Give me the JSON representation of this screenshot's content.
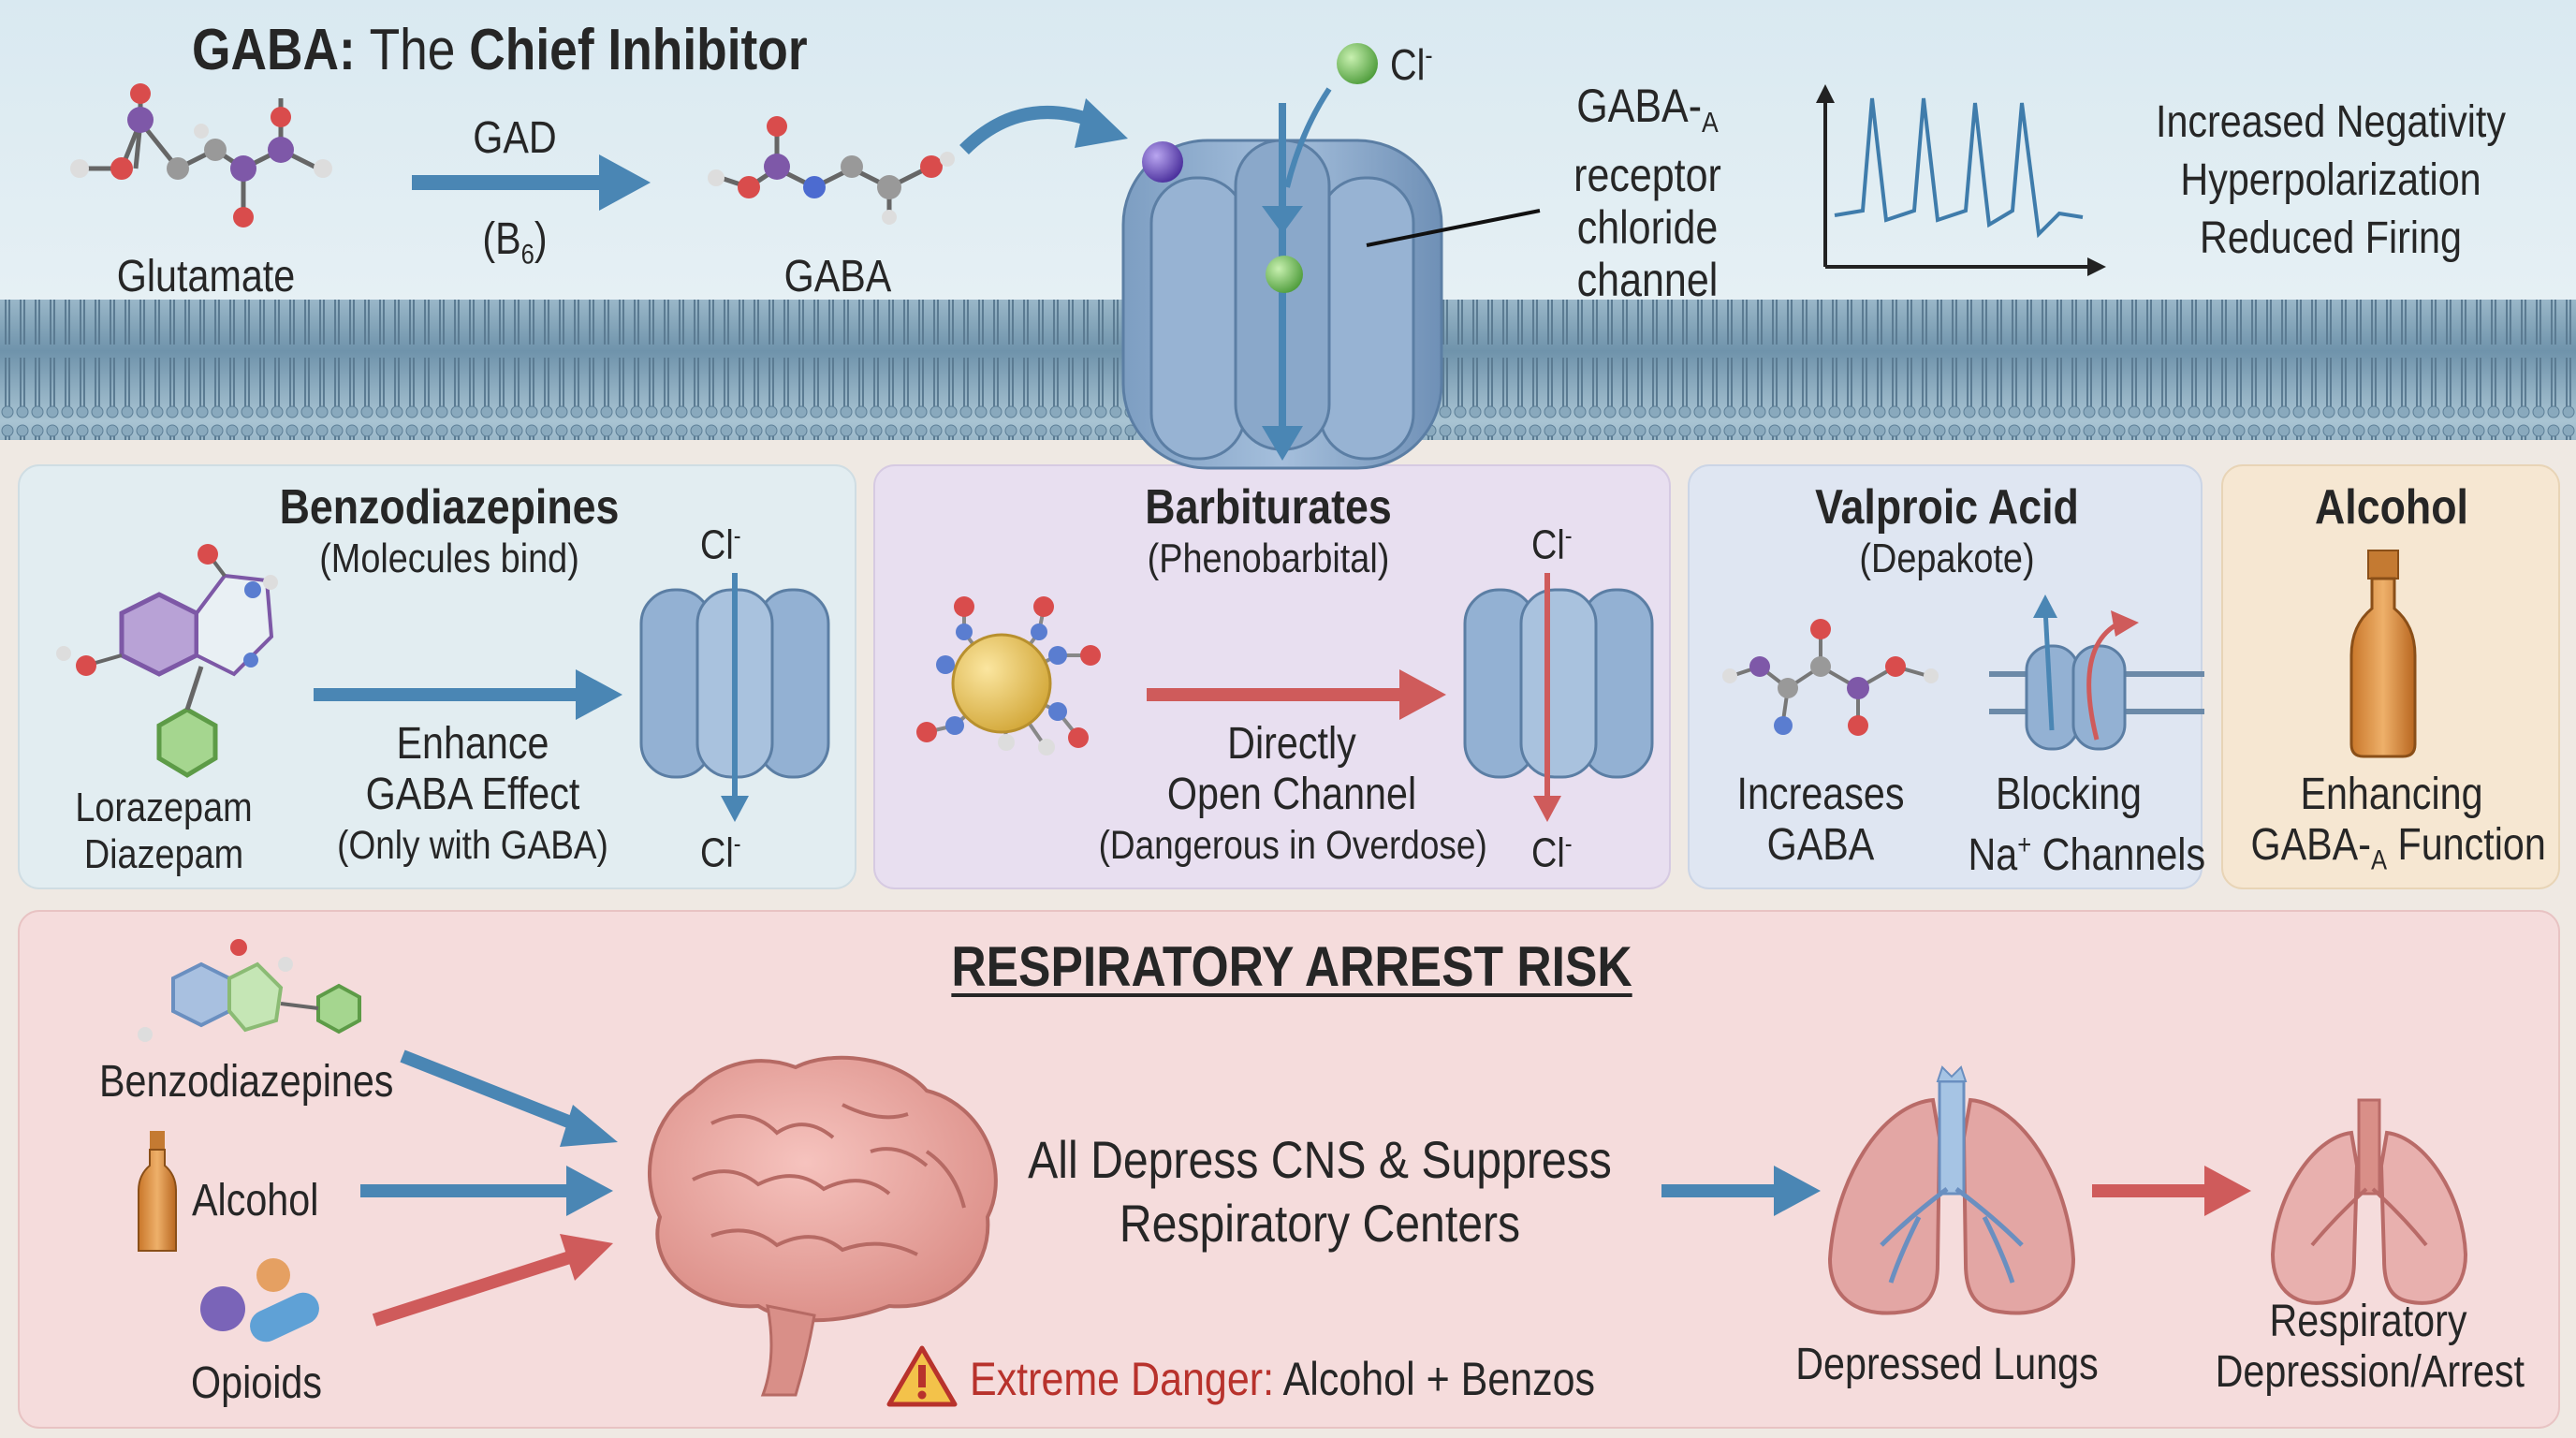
{
  "header": {
    "title_gaba": "GABA:",
    "title_the": "The",
    "title_rest": "Chief Inhibitor"
  },
  "synthesis": {
    "precursor": "Glutamate",
    "enzyme": "GAD",
    "cofactor_open": "(B",
    "cofactor_sub": "6",
    "cofactor_close": ")",
    "product": "GABA"
  },
  "receptor": {
    "ion": "Cl",
    "ion_charge": "-",
    "label_line1_main": "GABA-",
    "label_line1_sub": "A",
    "label_line2": "receptor",
    "label_line3": "chloride",
    "label_line4": "channel"
  },
  "effects": [
    "Increased Negativity",
    "Hyperpolarization",
    "Reduced Firing"
  ],
  "panels": {
    "benzo": {
      "title": "Benzodiazepines",
      "subtitle": "(Molecules bind)",
      "drug1": "Lorazepam",
      "drug2": "Diazepam",
      "effect1": "Enhance",
      "effect2": "GABA Effect",
      "effect3": "(Only with GABA)",
      "ion_top": "Cl",
      "ion_bottom": "Cl",
      "charge": "-"
    },
    "barb": {
      "title": "Barbiturates",
      "subtitle": "(Phenobarbital)",
      "effect1": "Directly",
      "effect2": "Open Channel",
      "effect3": "(Dangerous in Overdose)",
      "ion_top": "Cl",
      "ion_bottom": "Cl",
      "charge": "-"
    },
    "valproic": {
      "title": "Valproic Acid",
      "subtitle": "(Depakote)",
      "effect_a1": "Increases",
      "effect_a2": "GABA",
      "effect_b1": "Blocking",
      "effect_b2_ion": "Na",
      "effect_b2_charge": "+",
      "effect_b2_rest": " Channels"
    },
    "alcohol": {
      "title": "Alcohol",
      "effect1": "Enhancing",
      "effect2_main": "GABA-",
      "effect2_sub": "A",
      "effect2_rest": " Function"
    }
  },
  "risk": {
    "title": "RESPIRATORY ARREST RISK",
    "inputs": [
      "Benzodiazepines",
      "Alcohol",
      "Opioids"
    ],
    "center_line1": "All Depress CNS & Suppress",
    "center_line2": "Respiratory Centers",
    "warning_strong": "Extreme Danger:",
    "warning_rest": " Alcohol + Benzos",
    "lungs1": "Depressed Lungs",
    "lungs2_line1": "Respiratory",
    "lungs2_line2": "Depression/Arrest"
  },
  "colors": {
    "blue_arrow": "#4a86b4",
    "red_arrow": "#cf5b5b",
    "benzo_panel": "#e2edf1",
    "barb_panel": "#e8dff0",
    "valproic_panel": "#dfe6f2",
    "alcohol_panel": "#f6e7d2",
    "risk_panel": "#f5dcdc",
    "warning_text": "#b8322c"
  }
}
